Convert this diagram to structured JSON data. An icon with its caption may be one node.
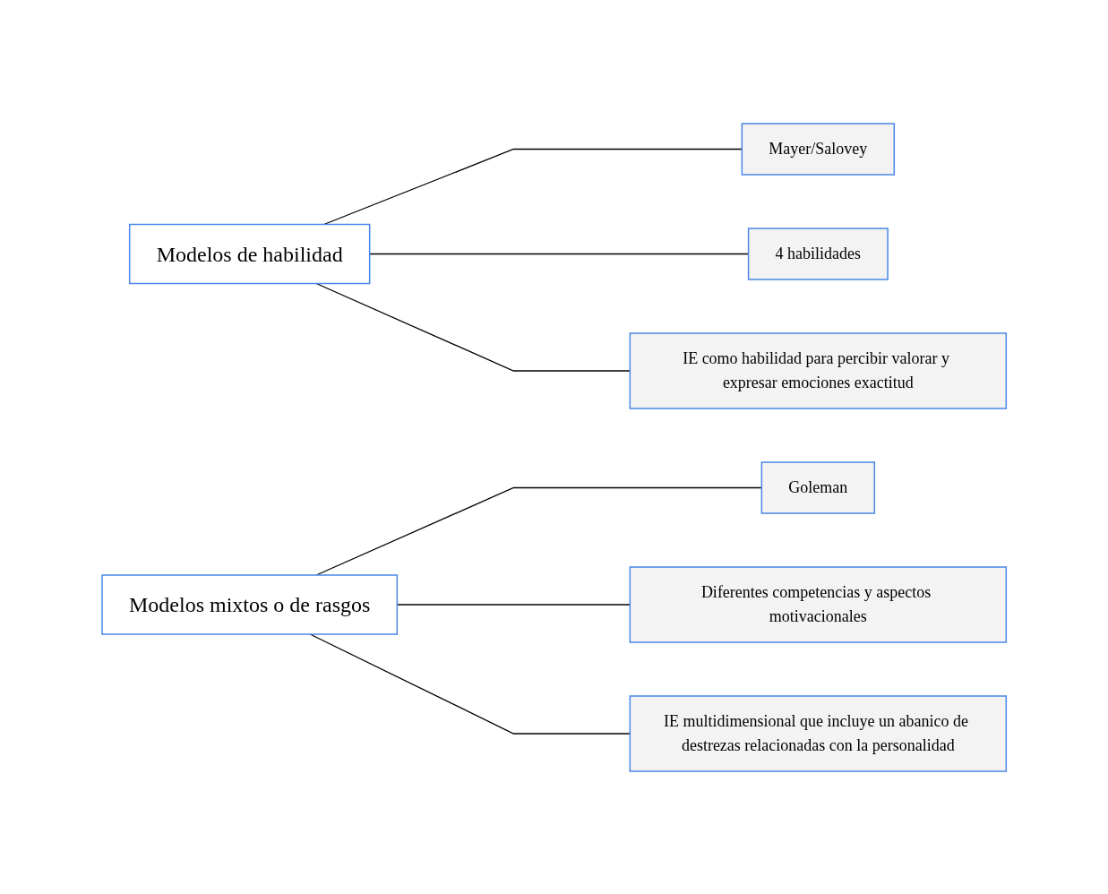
{
  "diagram": {
    "nodes": [
      {
        "text": [
          "Modelos de habilidad"
        ]
      },
      {
        "text": [
          "Mayer/Salovey"
        ]
      },
      {
        "text": [
          "4 habilidades"
        ]
      },
      {
        "text": [
          "IE como habilidad para percibir valorar y expresar emociones exactitud"
        ]
      },
      {
        "text": [
          "Modelos mixtos o de rasgos"
        ]
      },
      {
        "text": [
          "Goleman"
        ]
      },
      {
        "text": [
          "Diferentes competencias y aspectos motivacionales"
        ]
      },
      {
        "text": [
          "IE multidimensional que incluye un abanico de destrezas relacionadas con la personalidad"
        ]
      }
    ],
    "edges": [
      {
        "from": 0,
        "to": 1,
        "arrow": "none"
      },
      {
        "from": 0,
        "to": 2,
        "arrow": "none"
      },
      {
        "from": 0,
        "to": 3,
        "arrow": "none"
      },
      {
        "from": 4,
        "to": 5,
        "arrow": "none"
      },
      {
        "from": 4,
        "to": 6,
        "arrow": "none"
      },
      {
        "from": 4,
        "to": 7,
        "arrow": "none"
      }
    ]
  }
}
